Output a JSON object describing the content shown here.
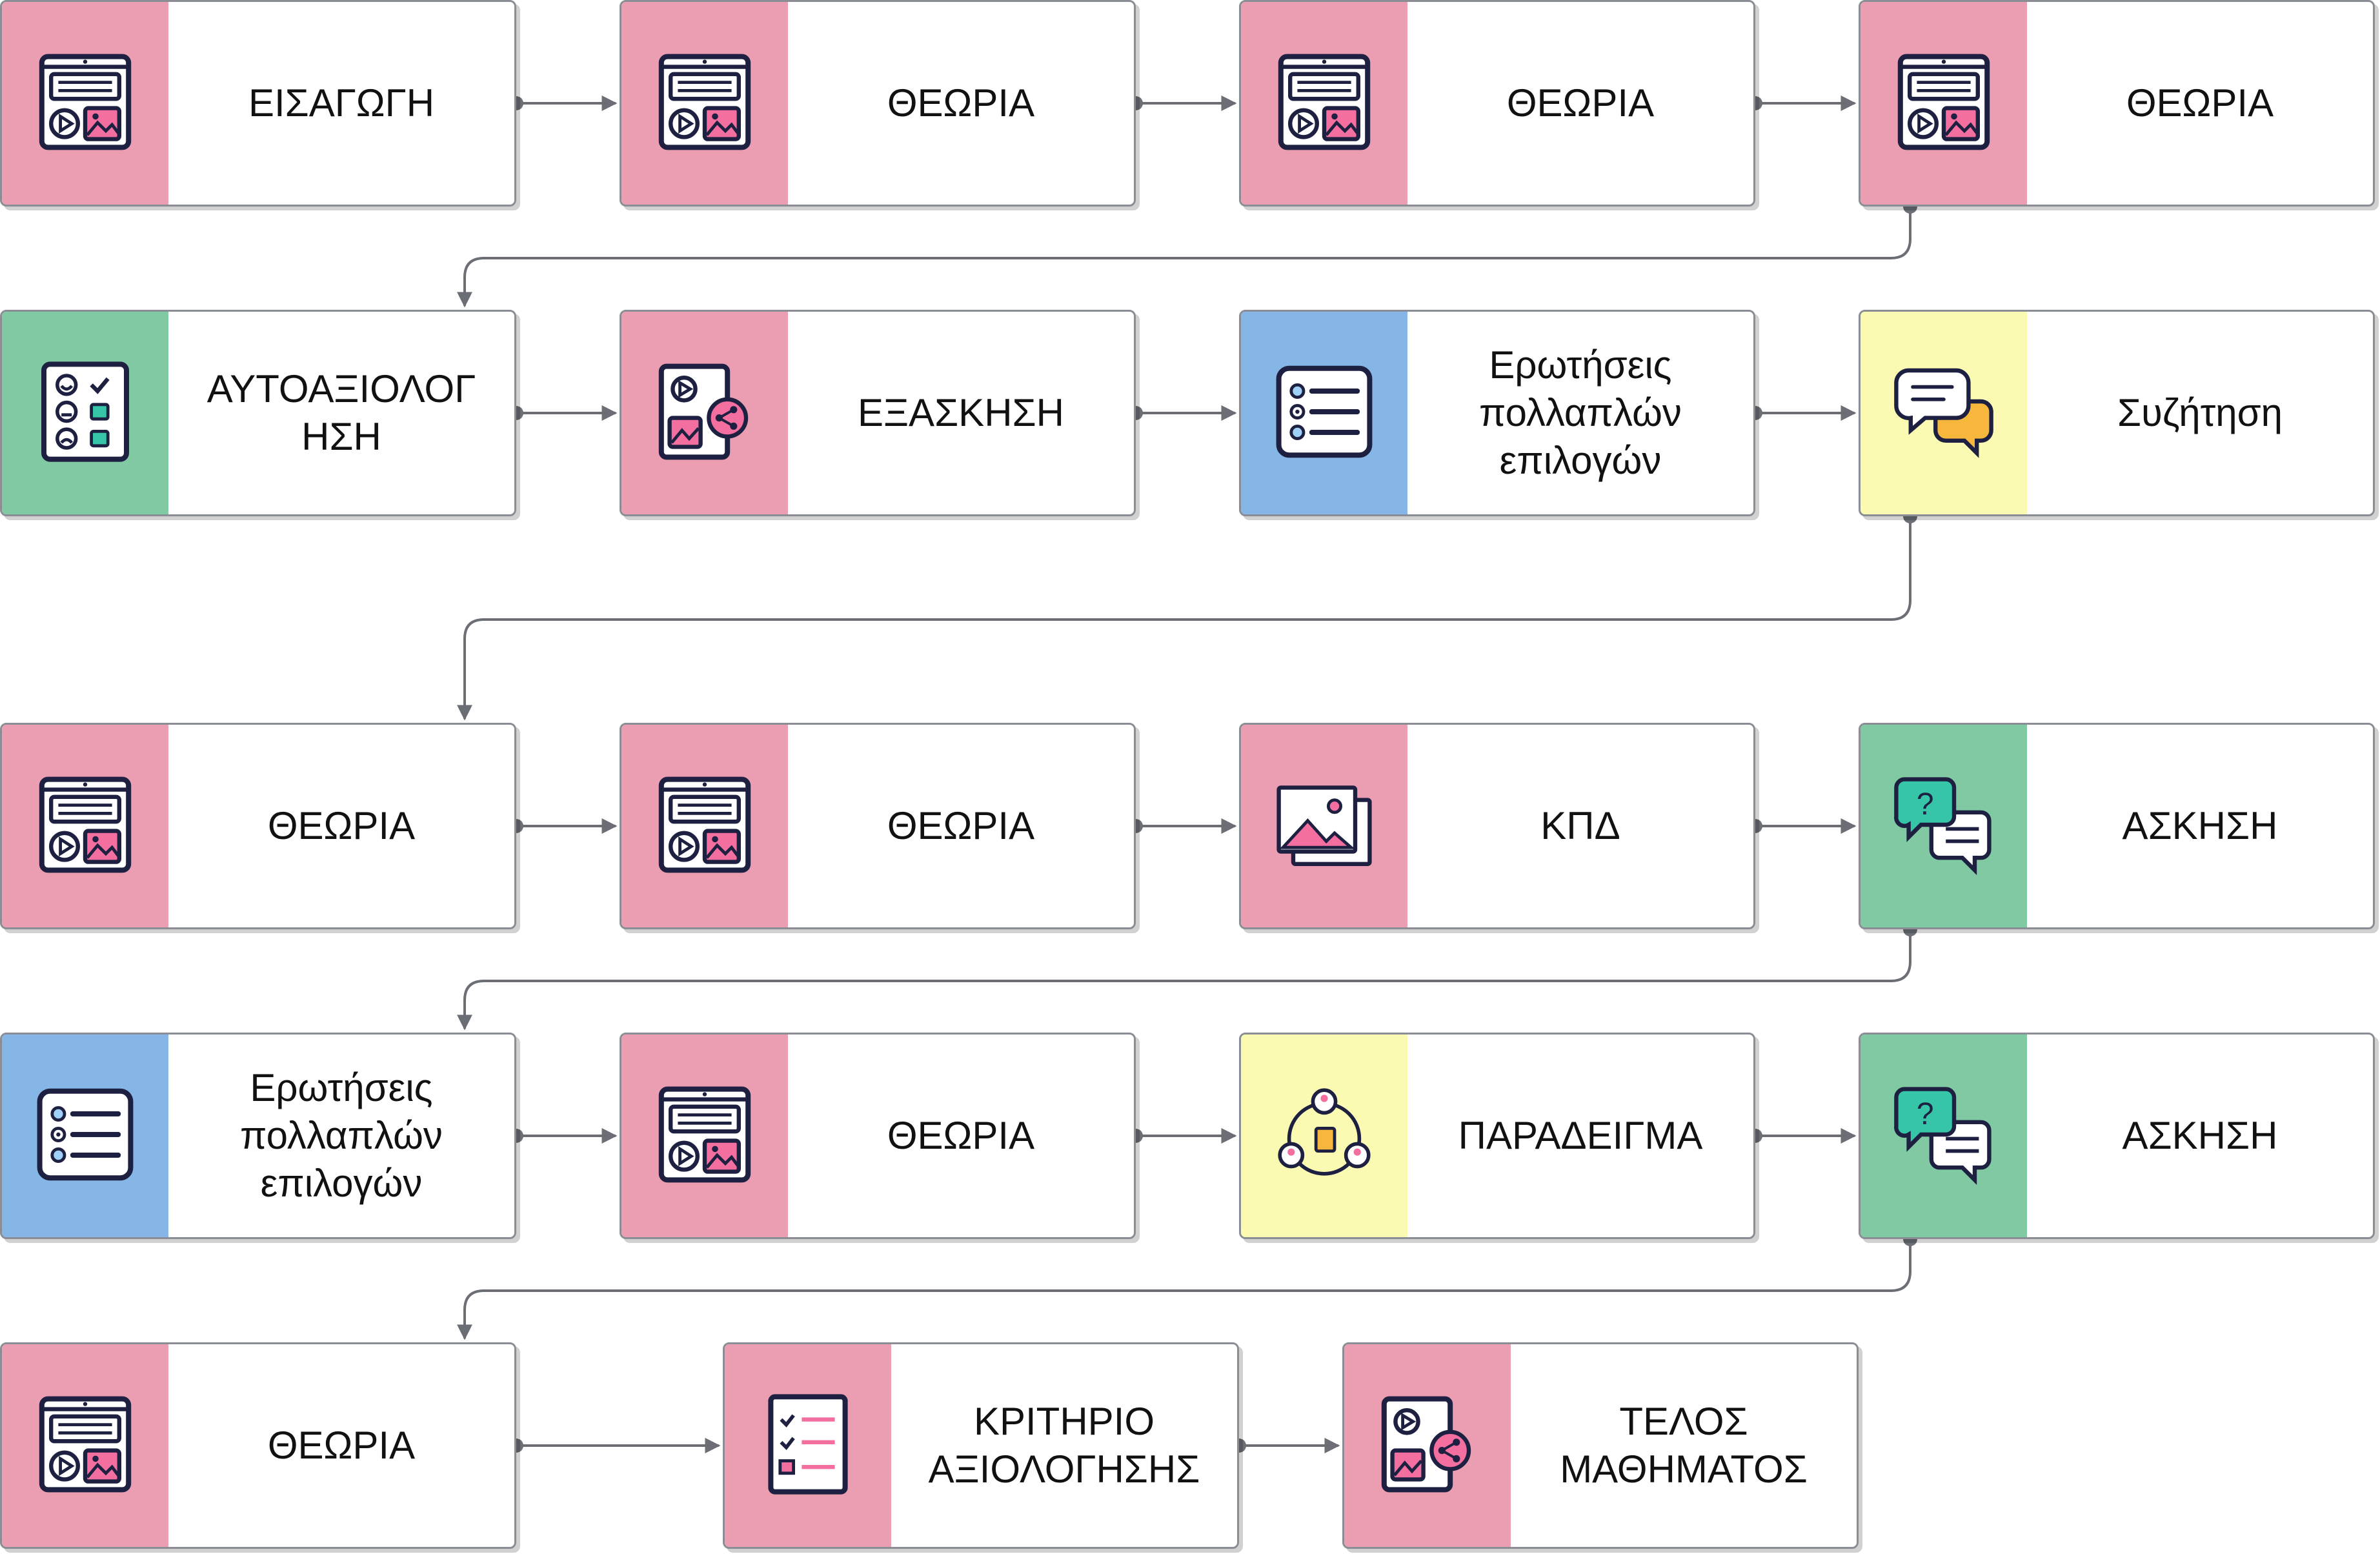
{
  "colors": {
    "pink": "#eb9db1",
    "green": "#81c9a3",
    "blue": "#85b6e6",
    "yellow": "#fbfab3",
    "connector": "#6b6e75"
  },
  "nodes": [
    {
      "id": "n1",
      "label": "ΕΙΣΑΓΩΓΗ",
      "color": "pink",
      "icon": "lesson-screen-icon"
    },
    {
      "id": "n2",
      "label": "ΘΕΩΡΙΑ",
      "color": "pink",
      "icon": "lesson-screen-icon"
    },
    {
      "id": "n3",
      "label": "ΘΕΩΡΙΑ",
      "color": "pink",
      "icon": "lesson-screen-icon"
    },
    {
      "id": "n4",
      "label": "ΘΕΩΡΙΑ",
      "color": "pink",
      "icon": "lesson-screen-icon"
    },
    {
      "id": "n5",
      "label": "ΑΥΤΟΑΞΙΟΛΟΓ\nΗΣΗ",
      "color": "green",
      "icon": "self-assessment-icon"
    },
    {
      "id": "n6",
      "label": "ΕΞΑΣΚΗΣΗ",
      "color": "pink",
      "icon": "media-share-icon"
    },
    {
      "id": "n7",
      "label": "Ερωτήσεις\nπολλαπλών\nεπιλογών",
      "color": "blue",
      "icon": "multiple-choice-icon"
    },
    {
      "id": "n8",
      "label": "Συζήτηση",
      "color": "yellow",
      "icon": "chat-bubbles-icon"
    },
    {
      "id": "n9",
      "label": "ΘΕΩΡΙΑ",
      "color": "pink",
      "icon": "lesson-screen-icon"
    },
    {
      "id": "n10",
      "label": "ΘΕΩΡΙΑ",
      "color": "pink",
      "icon": "lesson-screen-icon"
    },
    {
      "id": "n11",
      "label": "ΚΠΔ",
      "color": "pink",
      "icon": "image-gallery-icon"
    },
    {
      "id": "n12",
      "label": "ΑΣΚΗΣΗ",
      "color": "green",
      "icon": "question-chat-icon"
    },
    {
      "id": "n13",
      "label": "Ερωτήσεις\nπολλαπλών\nεπιλογών",
      "color": "blue",
      "icon": "multiple-choice-icon"
    },
    {
      "id": "n14",
      "label": "ΘΕΩΡΙΑ",
      "color": "pink",
      "icon": "lesson-screen-icon"
    },
    {
      "id": "n15",
      "label": "ΠΑΡΑΔΕΙΓΜΑ",
      "color": "yellow",
      "icon": "collaboration-icon"
    },
    {
      "id": "n16",
      "label": "ΑΣΚΗΣΗ",
      "color": "green",
      "icon": "question-chat-icon"
    },
    {
      "id": "n17",
      "label": "ΘΕΩΡΙΑ",
      "color": "pink",
      "icon": "lesson-screen-icon"
    },
    {
      "id": "n18",
      "label": "ΚΡΙΤΗΡΙΟ\nΑΞΙΟΛΟΓΗΣΗΣ",
      "color": "pink",
      "icon": "checklist-icon"
    },
    {
      "id": "n19",
      "label": "ΤΕΛΟΣ\nΜΑΘΗΜΑΤΟΣ",
      "color": "pink",
      "icon": "media-share-icon"
    }
  ],
  "edges": [
    [
      "n1",
      "n2"
    ],
    [
      "n2",
      "n3"
    ],
    [
      "n3",
      "n4"
    ],
    [
      "n4",
      "n5"
    ],
    [
      "n5",
      "n6"
    ],
    [
      "n6",
      "n7"
    ],
    [
      "n7",
      "n8"
    ],
    [
      "n8",
      "n9"
    ],
    [
      "n9",
      "n10"
    ],
    [
      "n10",
      "n11"
    ],
    [
      "n11",
      "n12"
    ],
    [
      "n12",
      "n13"
    ],
    [
      "n13",
      "n14"
    ],
    [
      "n14",
      "n15"
    ],
    [
      "n15",
      "n16"
    ],
    [
      "n16",
      "n17"
    ],
    [
      "n17",
      "n18"
    ],
    [
      "n18",
      "n19"
    ]
  ]
}
